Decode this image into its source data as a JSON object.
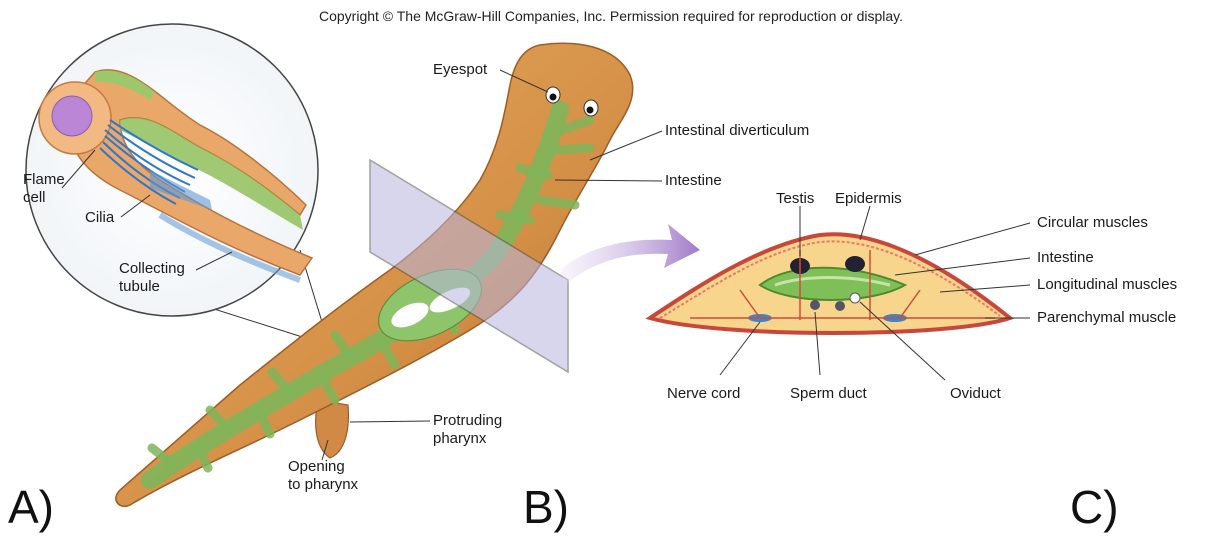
{
  "copyright": "Copyright © The McGraw-Hill Companies, Inc. Permission required for reproduction or display.",
  "panels": {
    "a": "A)",
    "b": "B)",
    "c": "C)"
  },
  "inset_labels": {
    "flame_cell_1": "Flame",
    "flame_cell_2": "cell",
    "cilia": "Cilia",
    "collecting_1": "Collecting",
    "collecting_2": "tubule"
  },
  "body_labels": {
    "eyespot": "Eyespot",
    "intestinal_diverticulum": "Intestinal diverticulum",
    "intestine": "Intestine",
    "protruding_1": "Protruding",
    "protruding_2": "pharynx",
    "opening_1": "Opening",
    "opening_2": "to pharynx"
  },
  "section_labels": {
    "testis": "Testis",
    "epidermis": "Epidermis",
    "circular_muscles": "Circular muscles",
    "intestine": "Intestine",
    "longitudinal_muscles": "Longitudinal  muscles",
    "parenchymal_muscle": "Parenchymal muscle",
    "nerve_cord": "Nerve cord",
    "sperm_duct": "Sperm duct",
    "oviduct": "Oviduct"
  },
  "colors": {
    "body_orange": "#d9944a",
    "body_dark": "#b86e2c",
    "gut_green": "#7fb65a",
    "section_fill": "#f7d58c",
    "section_edge": "#c9473a",
    "plane": "#b9b6e0",
    "arrow": "#b08fd0",
    "label_line": "#333333"
  }
}
